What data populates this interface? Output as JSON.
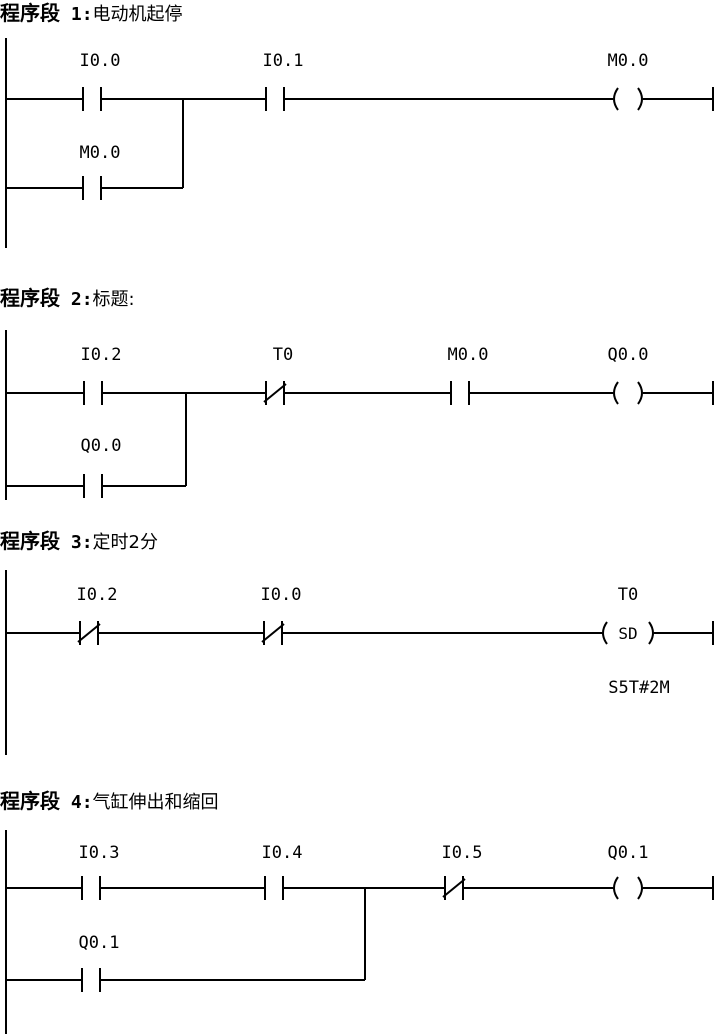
{
  "networks": [
    {
      "prefix": "程序段",
      "number": "1",
      "separator": ":",
      "title": "电动机起停",
      "main_elements": [
        {
          "kind": "contact_no",
          "address": "I0.0"
        },
        {
          "kind": "contact_no",
          "address": "I0.1"
        },
        {
          "kind": "coil",
          "address": "M0.0",
          "symbol": ""
        }
      ],
      "branches": [
        {
          "elements": [
            {
              "kind": "contact_no",
              "address": "M0.0"
            }
          ]
        }
      ]
    },
    {
      "prefix": "程序段",
      "number": "2",
      "separator": ":",
      "title": "标题:",
      "main_elements": [
        {
          "kind": "contact_no",
          "address": "I0.2"
        },
        {
          "kind": "contact_nc",
          "address": "T0"
        },
        {
          "kind": "contact_no",
          "address": "M0.0"
        },
        {
          "kind": "coil",
          "address": "Q0.0",
          "symbol": ""
        }
      ],
      "branches": [
        {
          "elements": [
            {
              "kind": "contact_no",
              "address": "Q0.0"
            }
          ]
        }
      ]
    },
    {
      "prefix": "程序段",
      "number": "3",
      "separator": ":",
      "title": "定时2分",
      "main_elements": [
        {
          "kind": "contact_nc",
          "address": "I0.2"
        },
        {
          "kind": "contact_nc",
          "address": "I0.0"
        },
        {
          "kind": "coil",
          "address": "T0",
          "symbol": "SD",
          "parameter": "S5T#2M"
        }
      ],
      "branches": []
    },
    {
      "prefix": "程序段",
      "number": "4",
      "separator": ":",
      "title": "气缸伸出和缩回",
      "main_elements": [
        {
          "kind": "contact_no",
          "address": "I0.3"
        },
        {
          "kind": "contact_no",
          "address": "I0.4"
        },
        {
          "kind": "contact_nc",
          "address": "I0.5"
        },
        {
          "kind": "coil",
          "address": "Q0.1",
          "symbol": ""
        }
      ],
      "branches": [
        {
          "elements": [
            {
              "kind": "contact_no",
              "address": "Q0.1"
            }
          ]
        }
      ]
    }
  ]
}
